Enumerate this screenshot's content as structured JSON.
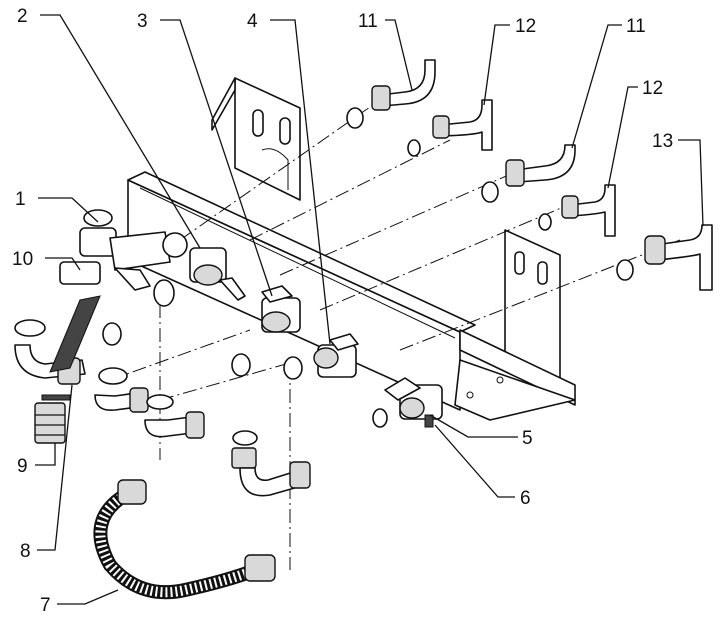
{
  "callouts": {
    "c1": "1",
    "c2": "2",
    "c3": "3",
    "c4": "4",
    "c5": "5",
    "c6": "6",
    "c7": "7",
    "c8": "8",
    "c9": "9",
    "c10": "10",
    "c11a": "11",
    "c11b": "11",
    "c12a": "12",
    "c12b": "12",
    "c13": "13"
  },
  "colors": {
    "line": "#111111",
    "background": "#ffffff",
    "shade": "#d9d9d9"
  }
}
